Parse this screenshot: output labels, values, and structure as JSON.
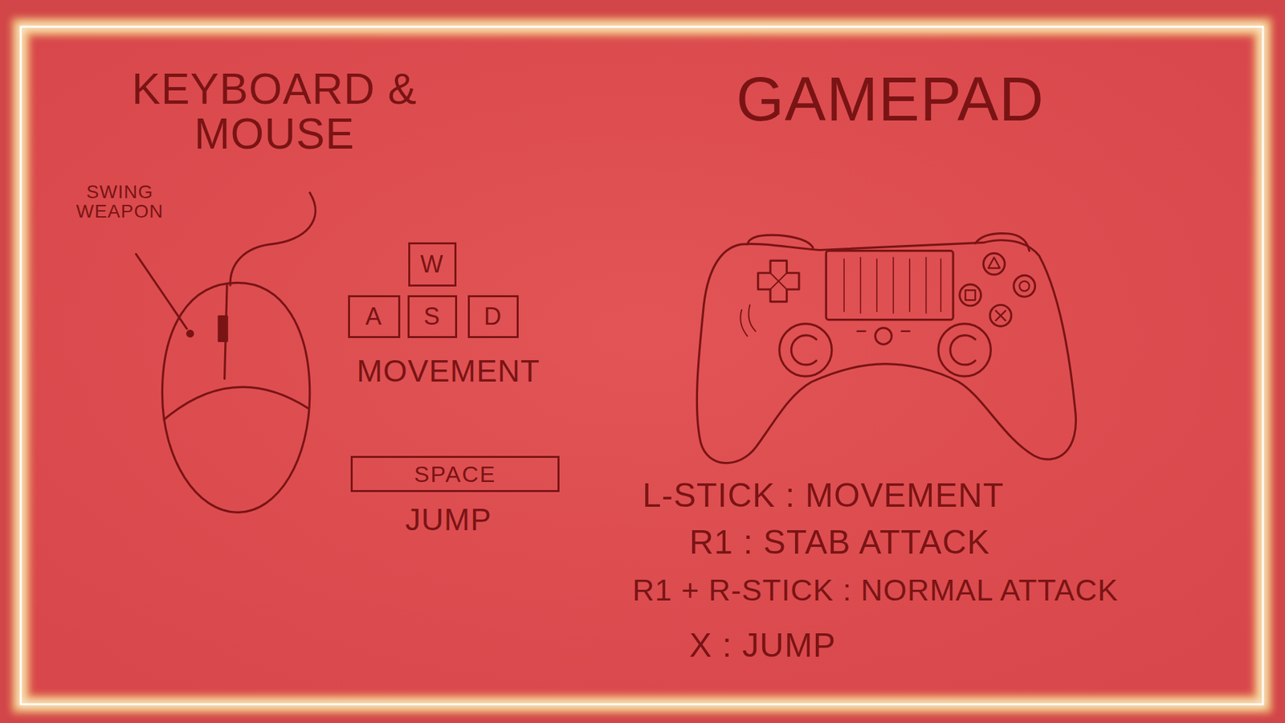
{
  "diagram": {
    "nodes": [
      {
        "text": [
          "W"
        ]
      },
      {
        "text": [
          "A"
        ]
      },
      {
        "text": [
          "S"
        ]
      },
      {
        "text": [
          "D"
        ]
      },
      {
        "text": [
          "SPACE"
        ]
      }
    ],
    "labels": [
      "KEYBOARD & MOUSE",
      "GAMEPAD",
      "SWING WEAPON",
      "MOVEMENT",
      "JUMP",
      "L-STICK : MOVEMENT",
      "R1 : STAB ATTACK",
      "R1 + R-STICK : NORMAL ATTACK",
      "X : JUMP"
    ]
  }
}
